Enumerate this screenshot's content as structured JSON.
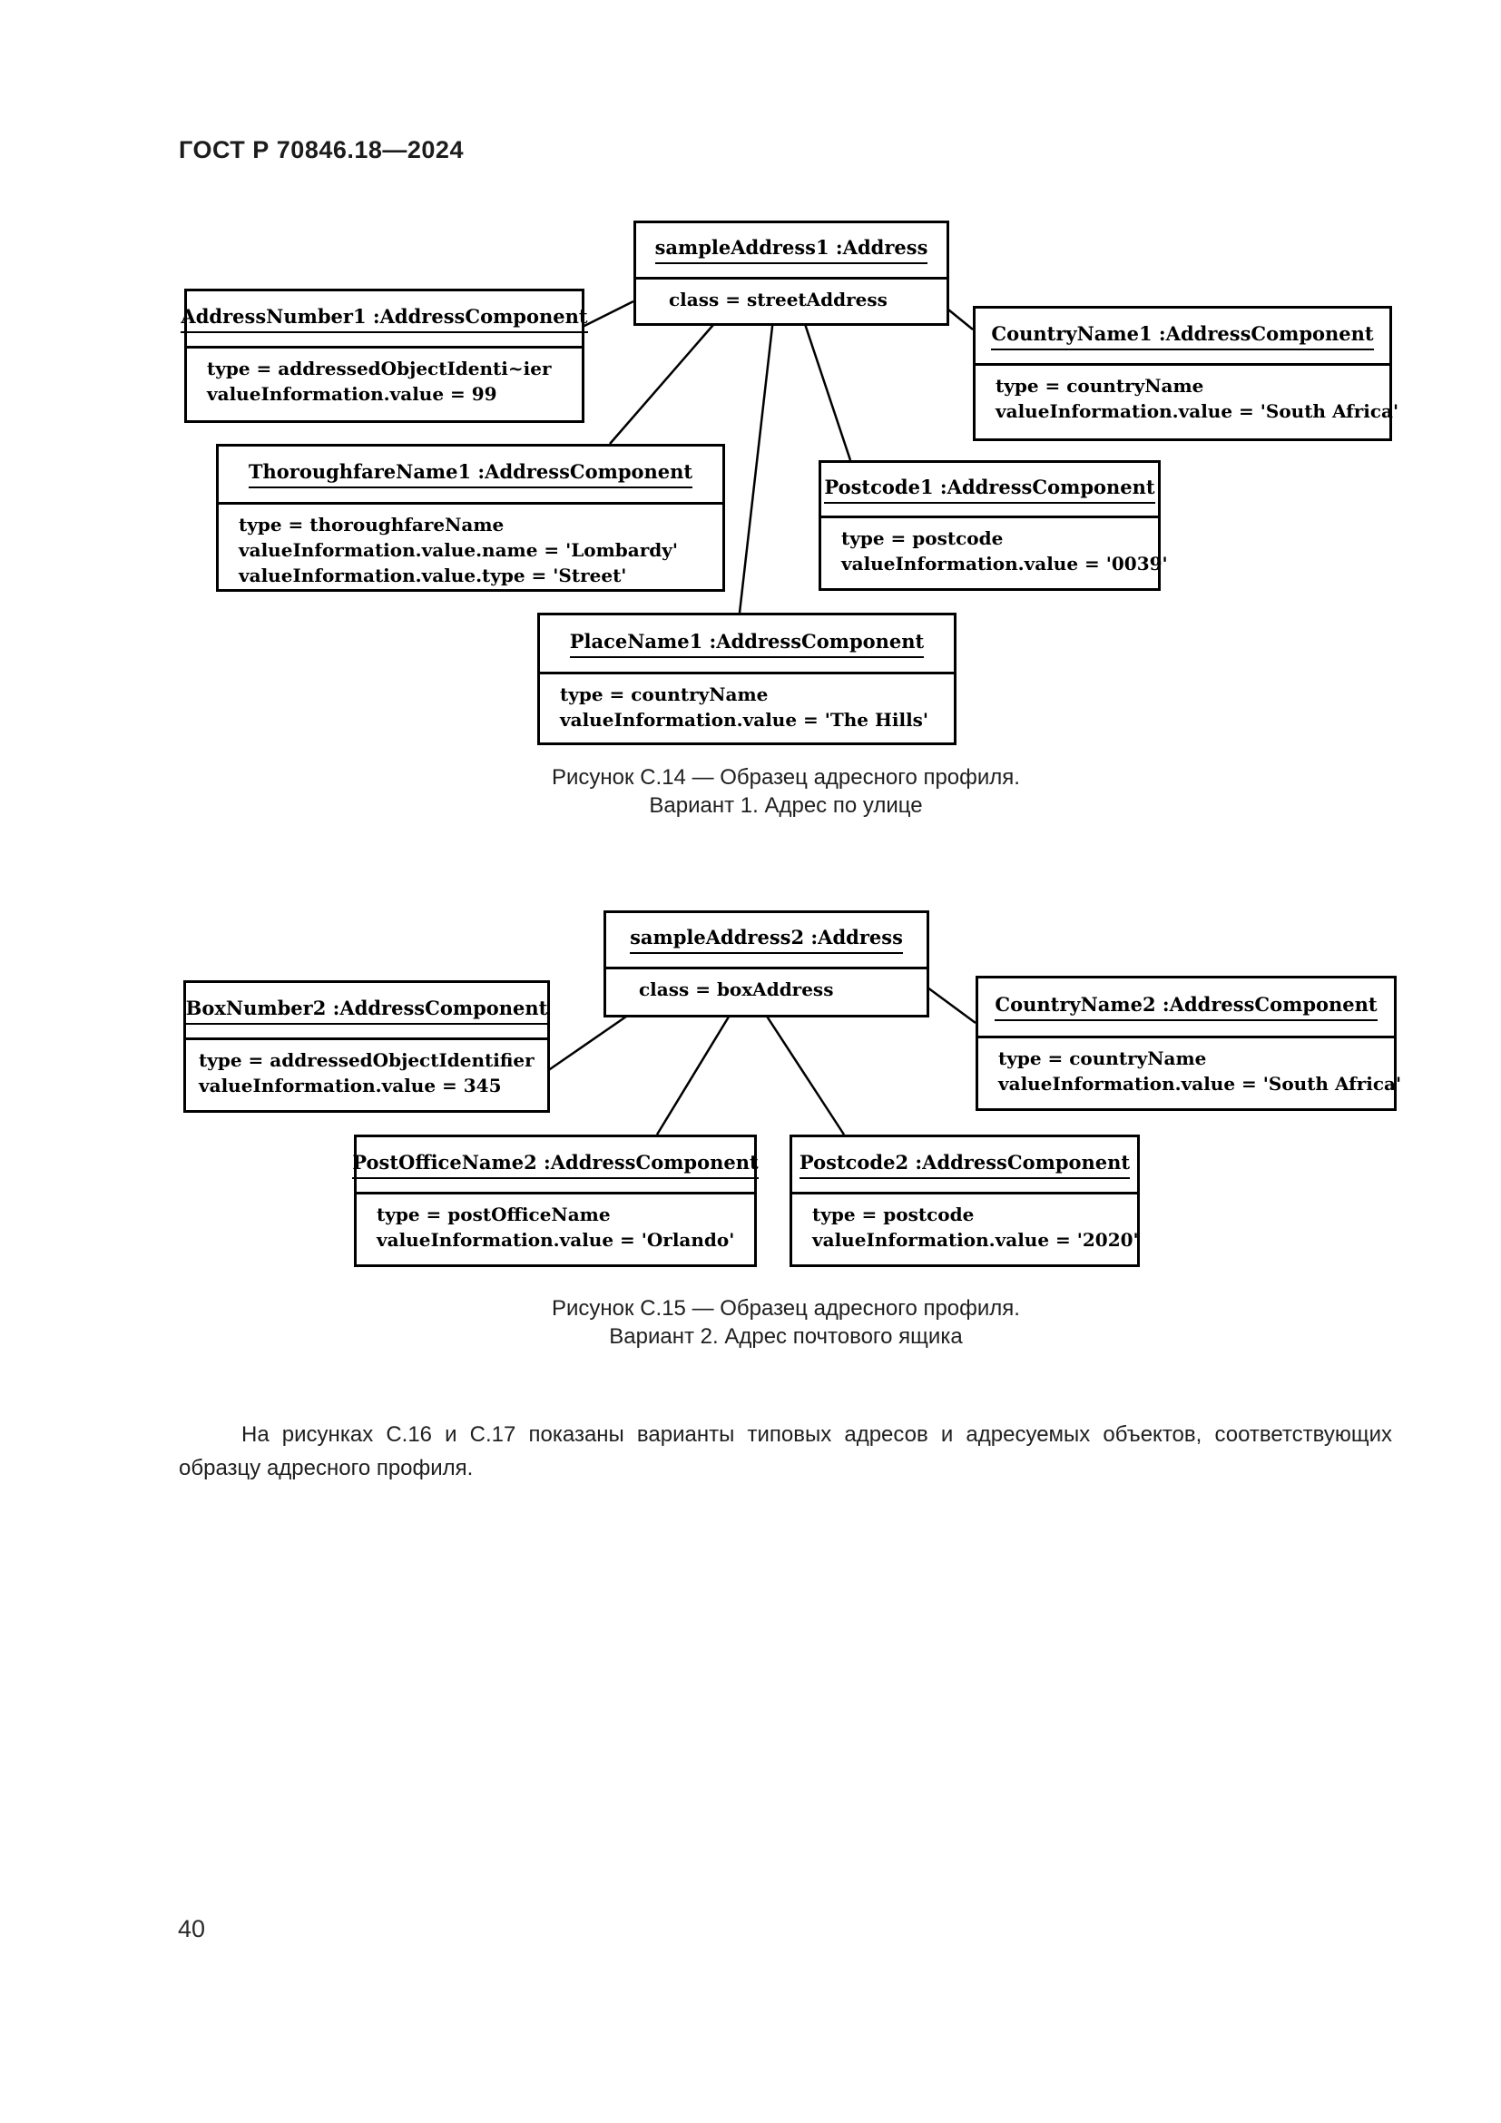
{
  "page": {
    "header": "ГОСТ Р 70846.18—2024",
    "page_number": "40",
    "paragraph": "На рисунках С.16 и С.17 показаны варианты типовых адресов и адресуемых объектов, соответствующих образцу адресного профиля."
  },
  "diagrams": [
    {
      "caption_lines": [
        "Рисунок С.14 — Образец адресного профиля.",
        "Вариант 1. Адрес по улице"
      ],
      "boxes": [
        {
          "title": "sampleAddress1 :Address",
          "lines": [
            "class = streetAddress"
          ]
        },
        {
          "title": "AddressNumber1 :AddressComponent",
          "lines": [
            "type = addressedObjectIdenti~ier",
            "valueInformation.value = 99"
          ]
        },
        {
          "title": "CountryName1 :AddressComponent",
          "lines": [
            "type = countryName",
            "valueInformation.value = 'South Africa'"
          ]
        },
        {
          "title": "ThoroughfareName1 :AddressComponent",
          "lines": [
            "type = thoroughfareName",
            "valueInformation.value.name = 'Lombardy'",
            "valueInformation.value.type = 'Street'"
          ]
        },
        {
          "title": "Postcode1 :AddressComponent",
          "lines": [
            "type = postcode",
            "valueInformation.value = '0039'"
          ]
        },
        {
          "title": "PlaceName1 :AddressComponent",
          "lines": [
            "type = countryName",
            "valueInformation.value = 'The Hills'"
          ]
        }
      ]
    },
    {
      "caption_lines": [
        "Рисунок С.15 — Образец адресного профиля.",
        "Вариант 2. Адрес почтового ящика"
      ],
      "boxes": [
        {
          "title": "sampleAddress2 :Address",
          "lines": [
            "class = boxAddress"
          ]
        },
        {
          "title": "BoxNumber2 :AddressComponent",
          "lines": [
            "type = addressedObjectIdentifier",
            "valueInformation.value = 345"
          ]
        },
        {
          "title": "CountryName2 :AddressComponent",
          "lines": [
            "type = countryName",
            "valueInformation.value = 'South Africa'"
          ]
        },
        {
          "title": "PostOfficeName2 :AddressComponent",
          "lines": [
            "type = postOfficeName",
            "valueInformation.value = 'Orlando'"
          ]
        },
        {
          "title": "Postcode2 :AddressComponent",
          "lines": [
            "type = postcode",
            "valueInformation.value = '2020'"
          ]
        }
      ]
    }
  ]
}
